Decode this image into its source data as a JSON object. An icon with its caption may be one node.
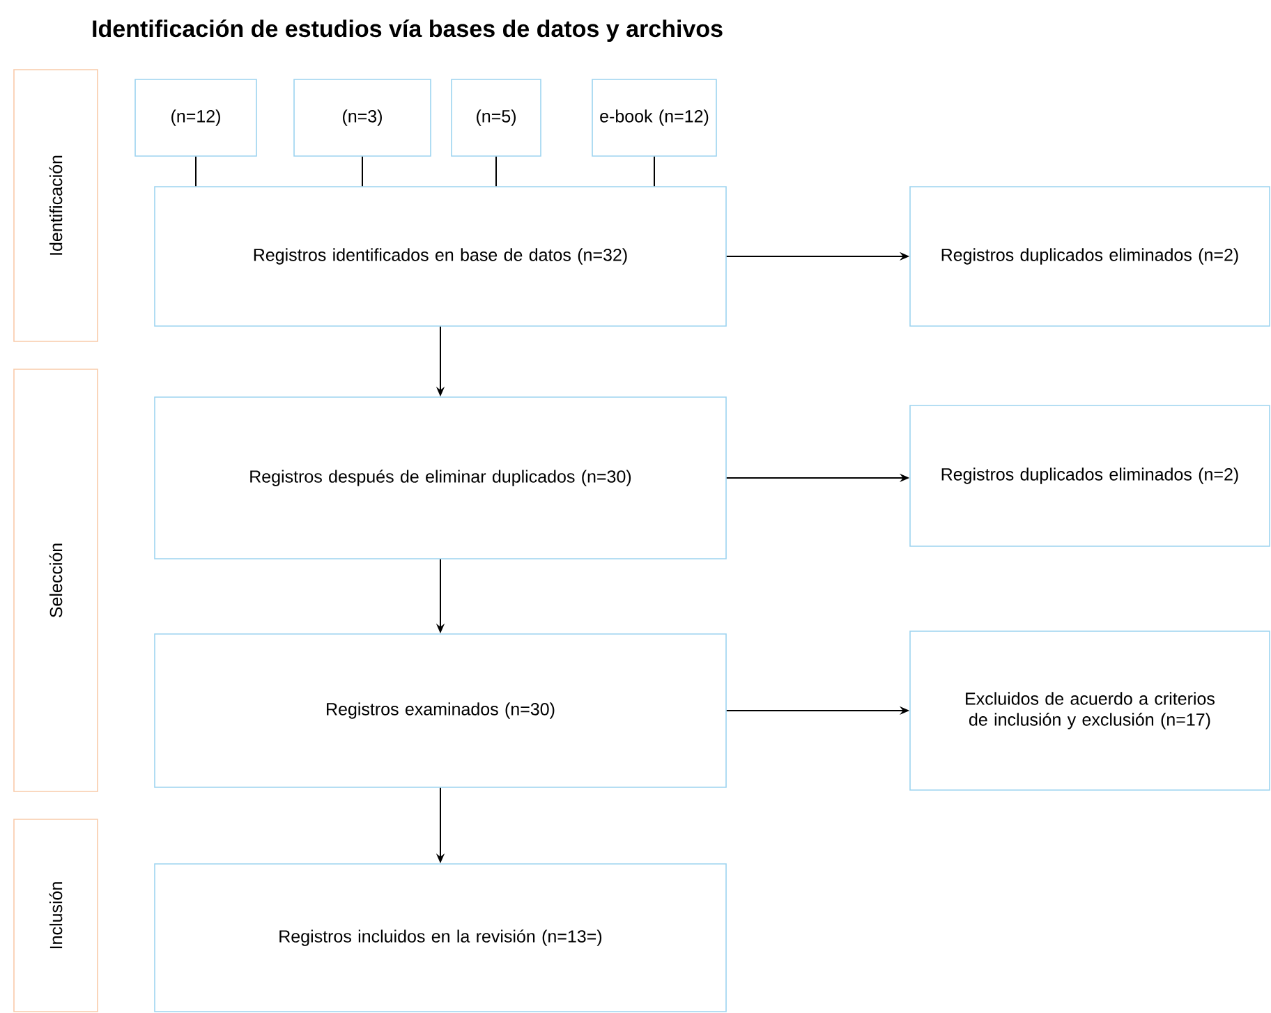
{
  "diagram": {
    "title": "Identificación de estudios vía bases de datos y archivos",
    "nodes": [
      {
        "text": [
          "Identificación"
        ]
      },
      {
        "text": [
          "Selección"
        ]
      },
      {
        "text": [
          "Inclusión"
        ]
      },
      {
        "text": [
          "(n=12)"
        ]
      },
      {
        "text": [
          "(n=3)"
        ]
      },
      {
        "text": [
          "(n=5)"
        ]
      },
      {
        "text": [
          "e-book (n=12)"
        ]
      },
      {
        "text": [
          "Registros identificados en base de datos (n=32)"
        ]
      },
      {
        "text": [
          "Registros duplicados eliminados (n=2)"
        ]
      },
      {
        "text": [
          "Registros después de eliminar duplicados (n=30)"
        ]
      },
      {
        "text": [
          "Registros duplicados eliminados (n=2)"
        ]
      },
      {
        "text": [
          "Registros examinados (n=30)"
        ]
      },
      {
        "text": [
          "Excluidos de acuerdo a criterios de inclusión y exclusión (n=17)"
        ]
      },
      {
        "text": [
          "Registros incluidos en la revisión (n=13=)"
        ]
      }
    ],
    "edges": [
      {
        "from": 3,
        "to": 7,
        "arrow": "none"
      },
      {
        "from": 4,
        "to": 7,
        "arrow": "none"
      },
      {
        "from": 5,
        "to": 7,
        "arrow": "none"
      },
      {
        "from": 6,
        "to": 7,
        "arrow": "none"
      },
      {
        "from": 7,
        "to": 8,
        "arrow": "to"
      },
      {
        "from": 7,
        "to": 9,
        "arrow": "to"
      },
      {
        "from": 9,
        "to": 10,
        "arrow": "to"
      },
      {
        "from": 9,
        "to": 11,
        "arrow": "to"
      },
      {
        "from": 11,
        "to": 12,
        "arrow": "to"
      },
      {
        "from": 11,
        "to": 13,
        "arrow": "to"
      }
    ]
  }
}
